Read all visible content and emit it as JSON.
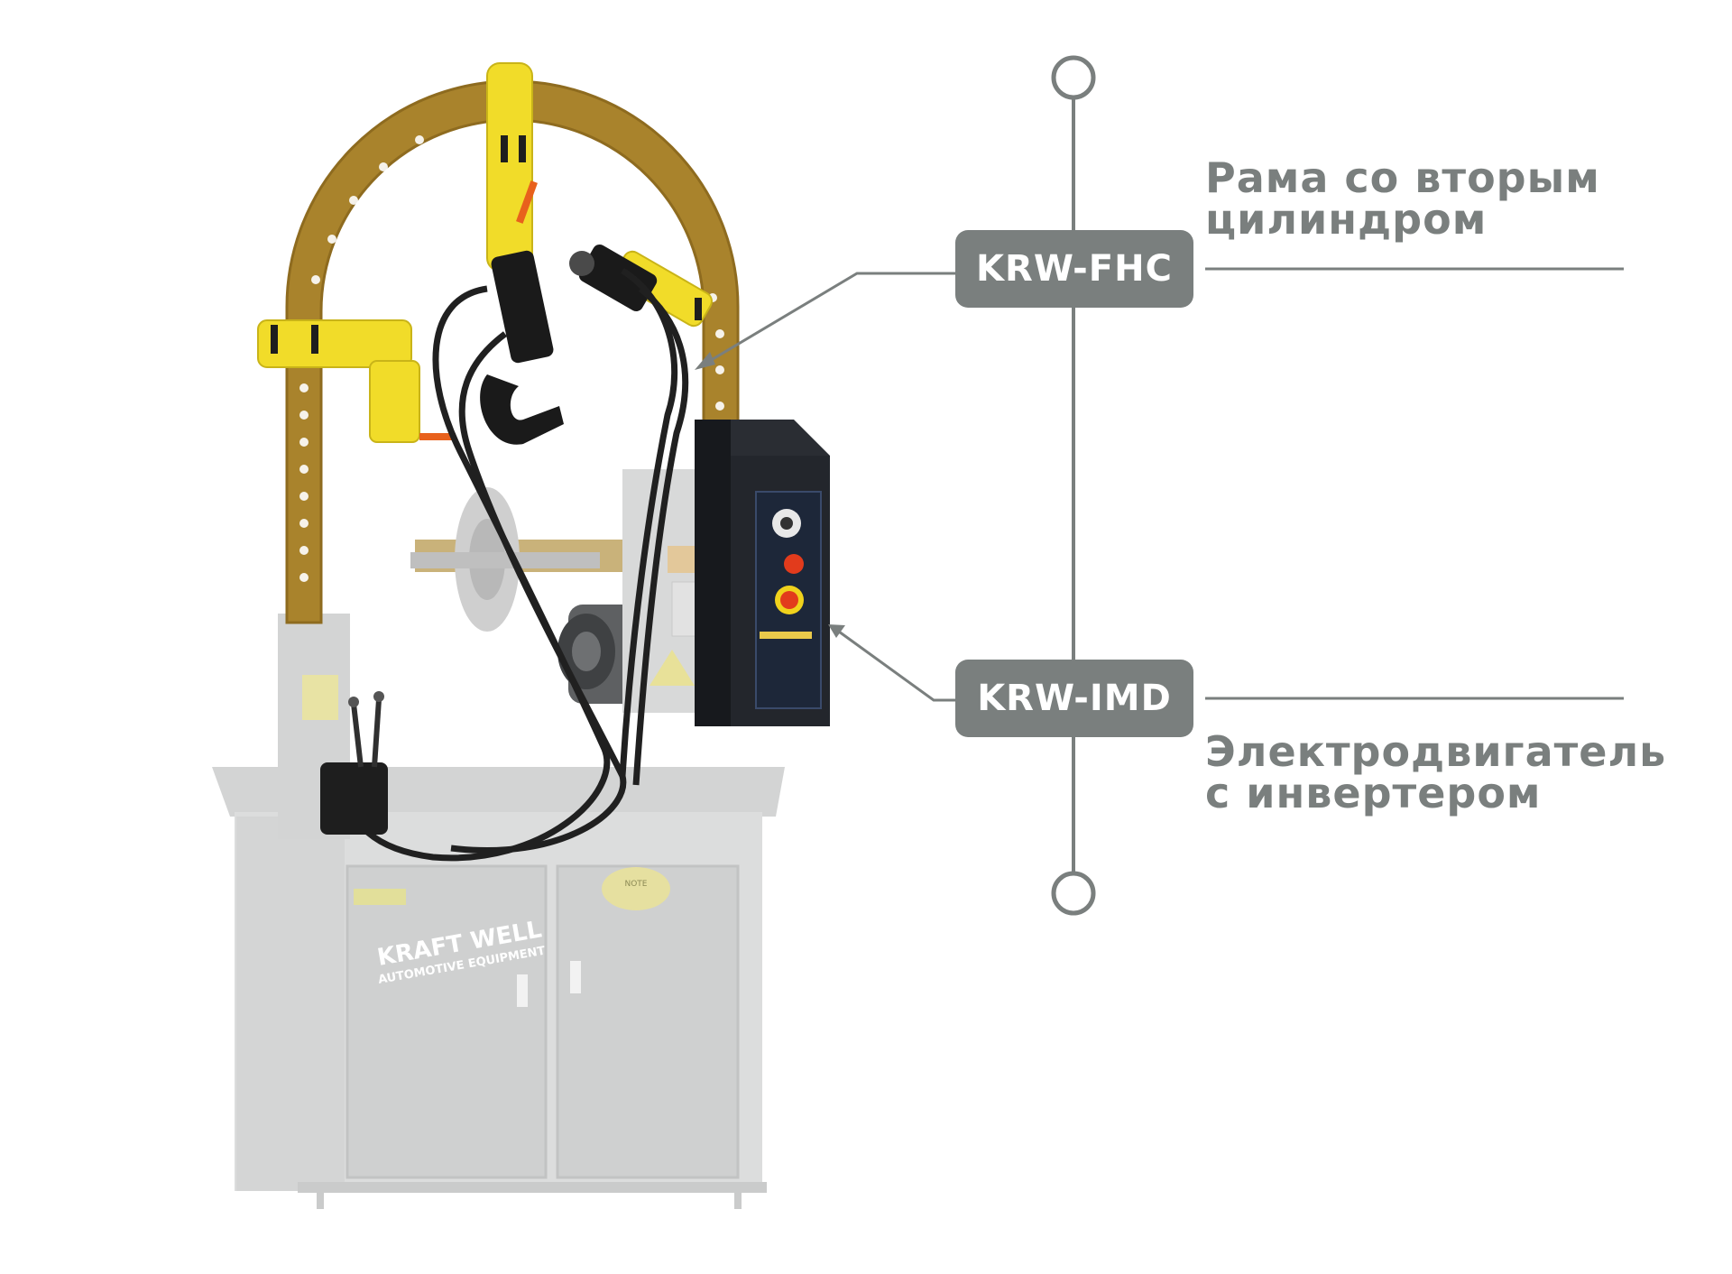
{
  "callouts": [
    {
      "code": "KRW-FHC",
      "line1": "Рама со вторым",
      "line2": "цилиндром"
    },
    {
      "code": "KRW-IMD",
      "line1": "Электродвигатель",
      "line2": "с инвертером"
    }
  ],
  "machine": {
    "brand_top": "KRAFT WELL",
    "brand_bottom": "AUTOMOTIVE EQUIPMENT",
    "note_label": "NOTE"
  },
  "colors": {
    "accent_gray": "#7a7f7e",
    "frame_gold": "#a9832c",
    "clamp_yellow": "#f1dc29",
    "control_box": "#1d2739",
    "stop_red": "#e23b1c",
    "cabinet_gray": "#d9dada"
  }
}
